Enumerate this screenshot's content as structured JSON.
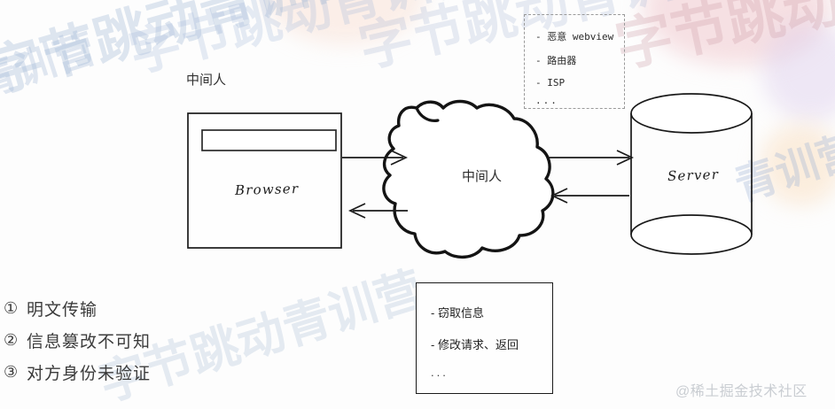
{
  "diagram": {
    "title_note": "中间人",
    "nodes": [
      {
        "id": "browser",
        "label": "Browser",
        "shape": "rect",
        "outside_label": "中间人"
      },
      {
        "id": "mitm",
        "label": "中间人",
        "shape": "cloud"
      },
      {
        "id": "server",
        "label": "Server",
        "shape": "cylinder"
      }
    ],
    "edges": [
      {
        "from": "browser",
        "to": "mitm",
        "direction": "right"
      },
      {
        "from": "mitm",
        "to": "browser",
        "direction": "left"
      },
      {
        "from": "mitm",
        "to": "server",
        "direction": "right"
      },
      {
        "from": "server",
        "to": "mitm",
        "direction": "left"
      }
    ],
    "dashed_note": {
      "style": "dashed",
      "items": [
        "- 恶意 webview",
        "- 路由器",
        "- ISP",
        "..."
      ]
    },
    "solid_note": {
      "style": "solid",
      "items": [
        "- 窃取信息",
        "- 修改请求、返回",
        "..."
      ]
    },
    "issues": [
      {
        "num": "①",
        "text": "明文传输"
      },
      {
        "num": "②",
        "text": "信息篡改不可知"
      },
      {
        "num": "③",
        "text": "对方身份未验证"
      }
    ]
  },
  "watermarks": {
    "credit": "@稀土掘金技术社区",
    "background_texts": [
      "字节跳动青训营",
      "字节跳动青训营",
      "字节跳动青训营",
      "字节跳动青训营",
      "青训营",
      "青训营",
      "字节跳动青训营"
    ]
  },
  "colors": {
    "ink": "#1a1a1a",
    "text": "#2f2f2f",
    "dashed_border": "#9a9a9a",
    "credit": "#c9cdd2",
    "canvas": "#fdfdfd"
  }
}
